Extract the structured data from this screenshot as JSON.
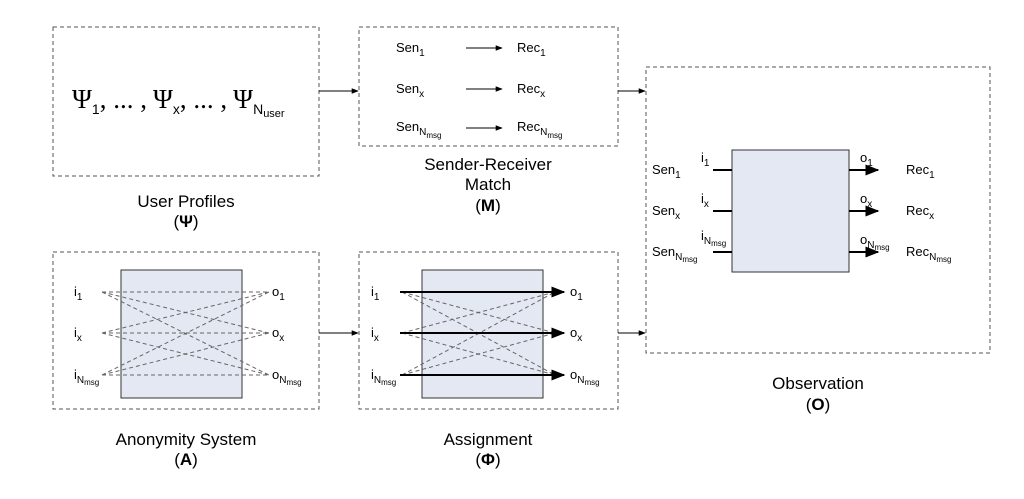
{
  "boxes": {
    "user_profiles": {
      "caption": "User Profiles",
      "symbol": "Ψ",
      "psi_1": "Ψ",
      "sub_1": "1",
      "sep_a": ", ... ,",
      "psi_x": "Ψ",
      "sub_x": "x",
      "sep_b": ", ... ,",
      "psi_n": "Ψ",
      "sub_n": "N",
      "subsub_n": "user"
    },
    "sender_receiver": {
      "caption_line1": "Sender-Receiver",
      "caption_line2": "Match",
      "symbol": "M",
      "rows": [
        {
          "sen": "Sen",
          "sen_sub": "1",
          "sen_subsub": "",
          "rec": "Rec",
          "rec_sub": "1",
          "rec_subsub": ""
        },
        {
          "sen": "Sen",
          "sen_sub": "x",
          "sen_subsub": "",
          "rec": "Rec",
          "rec_sub": "x",
          "rec_subsub": ""
        },
        {
          "sen": "Sen",
          "sen_sub": "N",
          "sen_subsub": "msg",
          "rec": "Rec",
          "rec_sub": "N",
          "rec_subsub": "msg"
        }
      ]
    },
    "anonymity_system": {
      "caption": "Anonymity System",
      "symbol": "A",
      "inputs": [
        {
          "base": "i",
          "sub": "1",
          "subsub": ""
        },
        {
          "base": "i",
          "sub": "x",
          "subsub": ""
        },
        {
          "base": "i",
          "sub": "N",
          "subsub": "msg"
        }
      ],
      "outputs": [
        {
          "base": "o",
          "sub": "1",
          "subsub": ""
        },
        {
          "base": "o",
          "sub": "x",
          "subsub": ""
        },
        {
          "base": "o",
          "sub": "N",
          "subsub": "msg"
        }
      ]
    },
    "assignment": {
      "caption": "Assignment",
      "symbol": "Φ",
      "inputs": [
        {
          "base": "i",
          "sub": "1",
          "subsub": ""
        },
        {
          "base": "i",
          "sub": "x",
          "subsub": ""
        },
        {
          "base": "i",
          "sub": "N",
          "subsub": "msg"
        }
      ],
      "outputs": [
        {
          "base": "o",
          "sub": "1",
          "subsub": ""
        },
        {
          "base": "o",
          "sub": "x",
          "subsub": ""
        },
        {
          "base": "o",
          "sub": "N",
          "subsub": "msg"
        }
      ]
    },
    "observation": {
      "caption": "Observation",
      "symbol": "O",
      "senders": [
        {
          "base": "Sen",
          "sub": "1",
          "subsub": ""
        },
        {
          "base": "Sen",
          "sub": "x",
          "subsub": ""
        },
        {
          "base": "Sen",
          "sub": "N",
          "subsub": "msg"
        }
      ],
      "inputs": [
        {
          "base": "i",
          "sub": "1",
          "subsub": ""
        },
        {
          "base": "i",
          "sub": "x",
          "subsub": ""
        },
        {
          "base": "i",
          "sub": "N",
          "subsub": "msg"
        }
      ],
      "outputs": [
        {
          "base": "o",
          "sub": "1",
          "subsub": ""
        },
        {
          "base": "o",
          "sub": "x",
          "subsub": ""
        },
        {
          "base": "o",
          "sub": "N",
          "subsub": "msg"
        }
      ],
      "receivers": [
        {
          "base": "Rec",
          "sub": "1",
          "subsub": ""
        },
        {
          "base": "Rec",
          "sub": "x",
          "subsub": ""
        },
        {
          "base": "Rec",
          "sub": "N",
          "subsub": "msg"
        }
      ]
    }
  },
  "paren_open": "(",
  "paren_close": ")"
}
